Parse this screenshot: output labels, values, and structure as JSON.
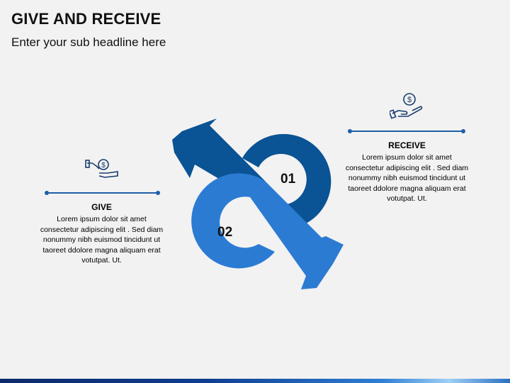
{
  "header": {
    "title": "GIVE AND RECEIVE",
    "subtitle": "Enter your sub headline here"
  },
  "diagram": {
    "colors": {
      "dark_blue": "#0a5394",
      "light_blue": "#2b7bd3",
      "line": "#1f5fa8"
    },
    "nodes": [
      {
        "number": "01",
        "label": "RECEIVE"
      },
      {
        "number": "02",
        "label": "GIVE"
      }
    ]
  },
  "give": {
    "icon": "hand-giving-coin-icon",
    "title": "GIVE",
    "text": "Lorem ipsum dolor sit amet consectetur adipiscing elit . Sed diam nonummy nibh euismod tincidunt ut taoreet ddolore magna aliquam erat votutpat. Ut."
  },
  "receive": {
    "icon": "hand-receiving-coin-icon",
    "title": "RECEIVE",
    "text": "Lorem ipsum dolor sit amet consectetur adipiscing elit . Sed diam nonummy nibh euismod tincidunt ut taoreet ddolore magna aliquam erat votutpat. Ut."
  }
}
